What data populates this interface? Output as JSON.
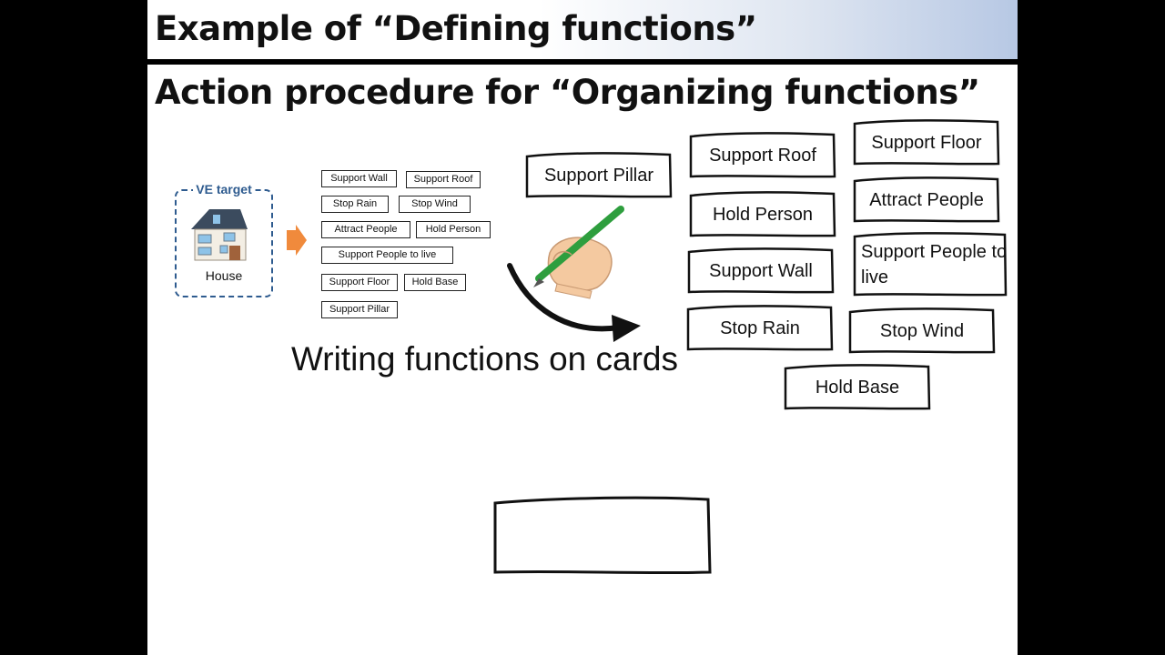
{
  "slide": {
    "title": "Example of “Defining functions”",
    "subtitle": "Action procedure for “Organizing functions”"
  },
  "ve_target": {
    "label": "VE target",
    "object_label": "House",
    "icon": "house-icon"
  },
  "small_cards": [
    "Support Wall",
    "Support Roof",
    "Stop Rain",
    "Stop Wind",
    "Attract People",
    "Hold Person",
    "Support People to live",
    "Support Floor",
    "Hold Base",
    "Support Pillar"
  ],
  "writing_caption": "Writing functions on cards",
  "cards": [
    "Support Pillar",
    "Support Roof",
    "Support Floor",
    "Hold Person",
    "Attract People",
    "Support Wall",
    "Support People to live",
    "Stop Rain",
    "Stop Wind",
    "Hold Base"
  ],
  "colors": {
    "ve_border": "#2e5b8f",
    "arrow": "#f08a3c",
    "pen": "#2e9e3e",
    "hand": "#f4c9a0"
  }
}
